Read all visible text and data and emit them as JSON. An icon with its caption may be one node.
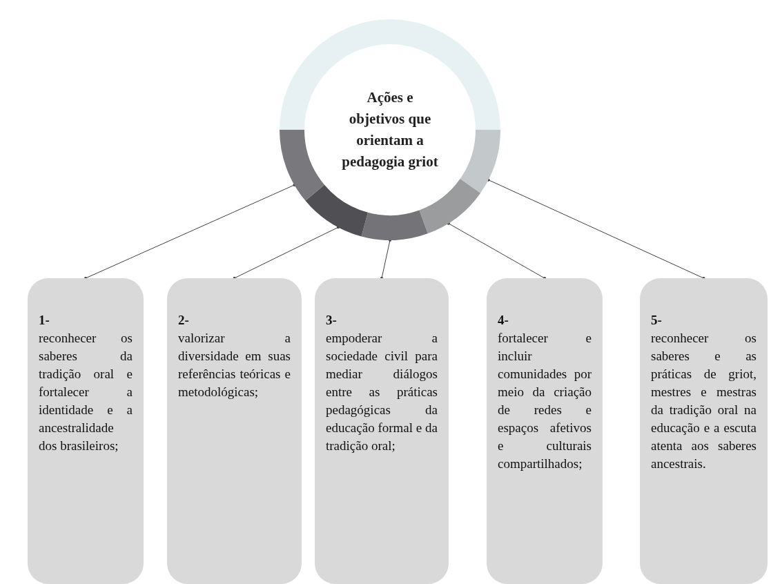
{
  "diagram": {
    "nodes": [
      {
        "text": [
          "Ações e objetivos que orientam a pedagogia griot"
        ]
      },
      {
        "text": [
          "1-",
          "reconhecer os saberes da tradição oral e fortalecer a identidade e a ancestralidade dos brasileiros;"
        ]
      },
      {
        "text": [
          "2-",
          "valorizar a diversidade em suas referências teóricas e metodológicas;"
        ]
      },
      {
        "text": [
          "3-",
          "empoderar a sociedade civil para mediar diálogos entre as práticas pedagógicas da educação formal e da tradição oral;"
        ]
      },
      {
        "text": [
          "4-",
          "fortalecer e incluir comunidades por meio da criação de redes e espaços afetivos e culturais compartilhados;"
        ]
      },
      {
        "text": [
          "5-",
          "reconhecer os saberes e as práticas de griot, mestres e mestras da tradição oral na educação e a escuta atenta aos saberes ancestrais."
        ]
      }
    ],
    "edges": [
      {
        "from": 0,
        "to": 1,
        "arrow": "other"
      },
      {
        "from": 0,
        "to": 2,
        "arrow": "other"
      },
      {
        "from": 0,
        "to": 3,
        "arrow": "other"
      },
      {
        "from": 0,
        "to": 4,
        "arrow": "other"
      },
      {
        "from": 0,
        "to": 5,
        "arrow": "other"
      }
    ]
  }
}
